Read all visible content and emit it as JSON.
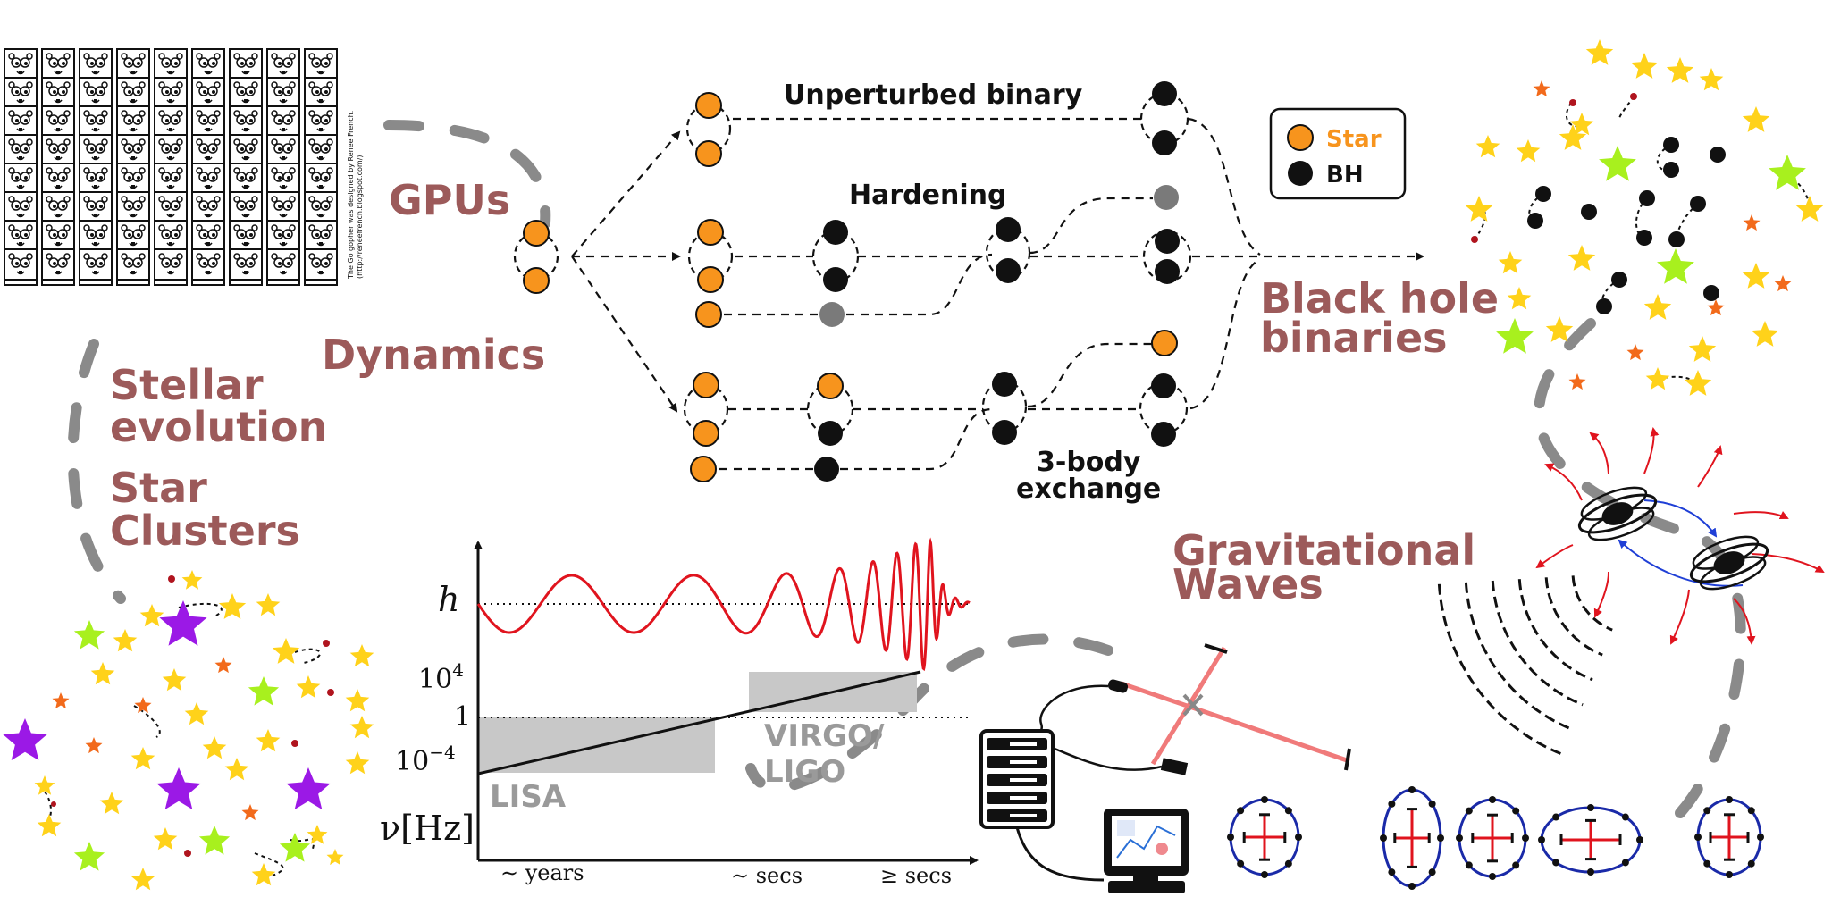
{
  "labels": {
    "gpus": "GPUs",
    "dynamics": "Dynamics",
    "stellar_evolution_1": "Stellar",
    "stellar_evolution_2": "evolution",
    "star_clusters_1": "Star",
    "star_clusters_2": "Clusters",
    "black_hole_binaries_1": "Black hole",
    "black_hole_binaries_2": "binaries",
    "gravitational_waves_1": "Gravitational",
    "gravitational_waves_2": "Waves",
    "unperturbed_binary": "Unperturbed binary",
    "hardening": "Hardening",
    "three_body_1": "3-body",
    "three_body_2": "exchange",
    "gopher_credit_1": "The Go gopher was designed by Renee French.",
    "gopher_credit_2": "(http://reneefrench.blogspot.com/)"
  },
  "legend": {
    "star_label": "Star",
    "bh_label": "BH"
  },
  "plot": {
    "h_label": "h",
    "y_tick_top_base": "10",
    "y_tick_top_exp": "4",
    "y_tick_mid": "1",
    "y_tick_bottom_base": "10",
    "y_tick_bottom_exp": "−4",
    "nu_label": "ν[Hz]",
    "x_tick_1": "∼ years",
    "x_tick_2": "∼ secs",
    "x_tick_3": "≥ secs",
    "lisa_label": "LISA",
    "virgo_label_1": "VIRGO/",
    "virgo_label_2": "LIGO"
  },
  "colors": {
    "star_orange": "#f7941d",
    "bh_black": "#111111",
    "maroon_label": "#9c5a5a",
    "wave_red": "#e0141e",
    "band_grey": "#c8c8c8",
    "connector_grey": "#8a8a8a",
    "star_yellow": "#ffd21a",
    "star_green": "#a8f01e",
    "star_purple": "#9b19e6",
    "star_darkorange": "#f26a1b"
  },
  "icons": [
    "gopher-grid-icon",
    "server-rack-icon",
    "monitor-icon",
    "interferometer-icon",
    "merging-black-holes-icon",
    "star-cluster-icon"
  ]
}
